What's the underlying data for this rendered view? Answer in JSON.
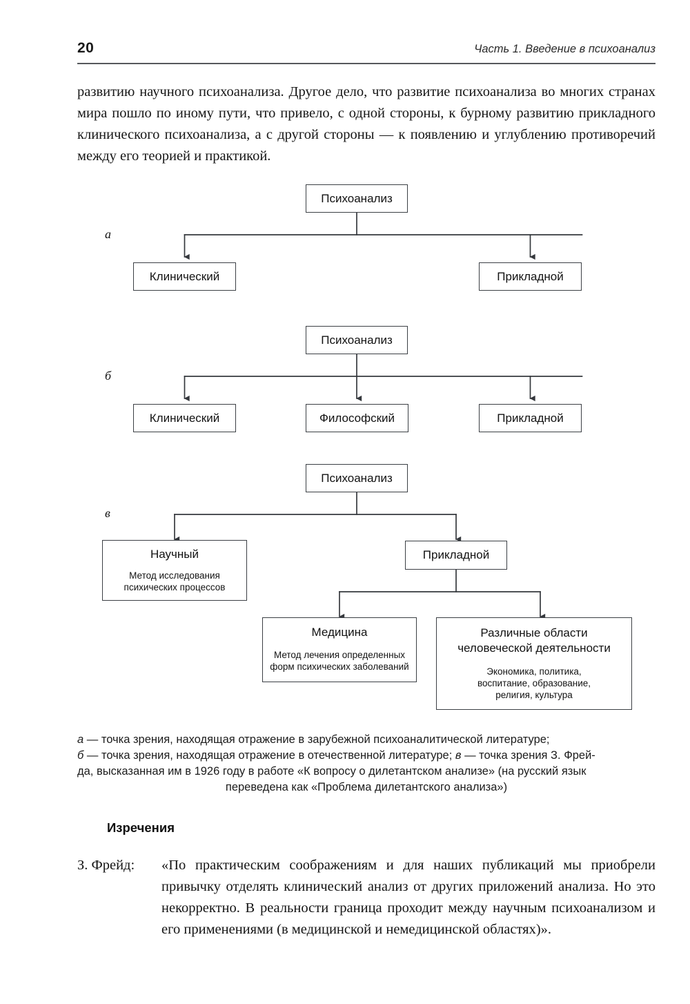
{
  "header": {
    "folio": "20",
    "running_title": "Часть 1. Введение в психоанализ"
  },
  "body": {
    "paragraph": "развитию научного психоанализа. Другое дело, что развитие психоанализа во мно­гих странах мира пошло по иному пути, что привело, с одной стороны, к бурному развитию прикладного клинического психоанализа, а с другой стороны — к появле­нию и углублению противоречий между его теорией и практикой."
  },
  "figure": {
    "panels": [
      {
        "letter": "а",
        "root": "Психоанализ",
        "children": [
          "Клинический",
          "Прикладной"
        ]
      },
      {
        "letter": "б",
        "root": "Психоанализ",
        "children": [
          "Клинический",
          "Философский",
          "Прикладной"
        ]
      },
      {
        "letter": "в",
        "root": "Психоанализ",
        "nodes": {
          "scientific_title": "Научный",
          "scientific_sub": "Метод исследования\nпсихических процессов",
          "applied_title": "Прикладной",
          "medicine_title": "Медицина",
          "medicine_sub": "Метод лечения определенных\nформ психических заболеваний",
          "areas_title": "Различные области\nчеловеческой деятельности",
          "areas_sub": "Экономика, политика,\nвоспитание, образование,\nрелигия, культура"
        }
      }
    ],
    "caption": {
      "line1_letter": "а",
      "line1_text": " — точка зрения, находящая отражение в зарубежной психоаналитической литературе;",
      "line2_letter": "б",
      "line2_text": " — точка зрения, находящая отражение в отечественной литературе; ",
      "line2_letter2": "в",
      "line2_text2": " — точка зрения З. Фрей-",
      "line3_text": "да, высказанная им в 1926 году в работе «К вопросу о дилетантском анализе» (на русский язык",
      "line4_text": "переведена как «Проблема дилетантского анализа»)"
    }
  },
  "sayings": {
    "heading": "Изречения",
    "author": "З. Фрейд:",
    "quote": "«По практическим соображениям и для наших публикаций мы приоб­рели привычку отделять клинический анализ от других приложений анализа. Но это некорректно. В реальности граница проходит между на­учным психоанализом и его применениями (в медицинской и немеди­цинской областях)»."
  },
  "colors": {
    "ink": "#161616",
    "rule": "#55585c",
    "box_border": "#3b3f44",
    "page_bg": "#ffffff"
  }
}
